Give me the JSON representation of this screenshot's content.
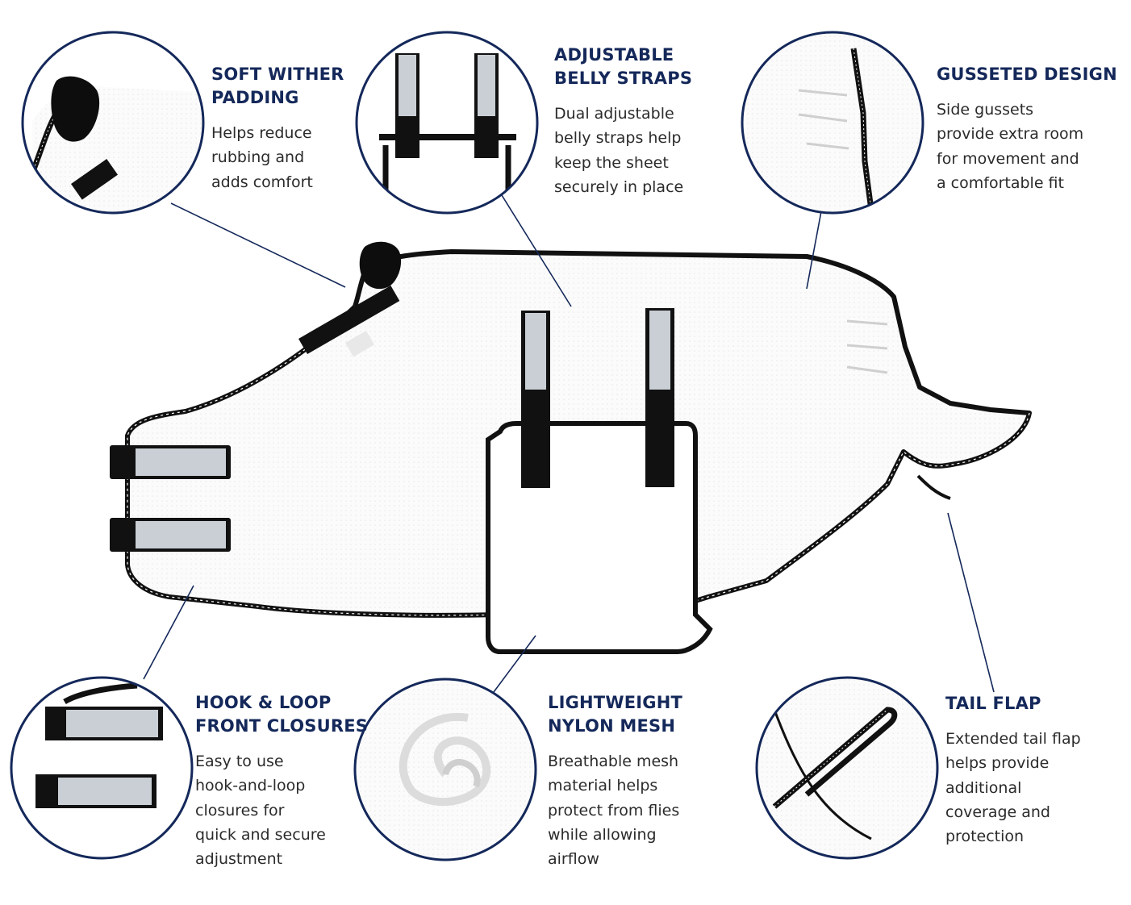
{
  "colors": {
    "accent": "#14285a",
    "text": "#2b2b2b",
    "mesh": "#ffffff",
    "binding": "#111111",
    "reflective": "#c9cfd4"
  },
  "features": [
    {
      "id": "wither",
      "title": [
        "SOFT WITHER",
        "PADDING"
      ],
      "desc": [
        "Helps reduce",
        "rubbing and",
        "adds comfort"
      ]
    },
    {
      "id": "belly",
      "title": [
        "ADJUSTABLE",
        "BELLY STRAPS"
      ],
      "desc": [
        "Dual adjustable",
        "belly straps help",
        "keep the sheet",
        "securely in place"
      ]
    },
    {
      "id": "gusset",
      "title": [
        "GUSSETED DESIGN"
      ],
      "desc": [
        "Side gussets",
        "provide extra room",
        "for movement and",
        "a comfortable fit"
      ]
    },
    {
      "id": "closure",
      "title": [
        "HOOK & LOOP",
        "FRONT CLOSURES"
      ],
      "desc": [
        "Easy to use",
        "hook-and-loop",
        "closures for",
        "quick and secure",
        "adjustment"
      ]
    },
    {
      "id": "mesh",
      "title": [
        "LIGHTWEIGHT",
        "NYLON MESH"
      ],
      "desc": [
        "Breathable mesh",
        "material helps",
        "protect from flies",
        "while allowing",
        "airflow"
      ]
    },
    {
      "id": "tail",
      "title": [
        "TAIL FLAP"
      ],
      "desc": [
        "Extended tail flap",
        "helps provide",
        "additional",
        "coverage and",
        "protection"
      ]
    }
  ]
}
